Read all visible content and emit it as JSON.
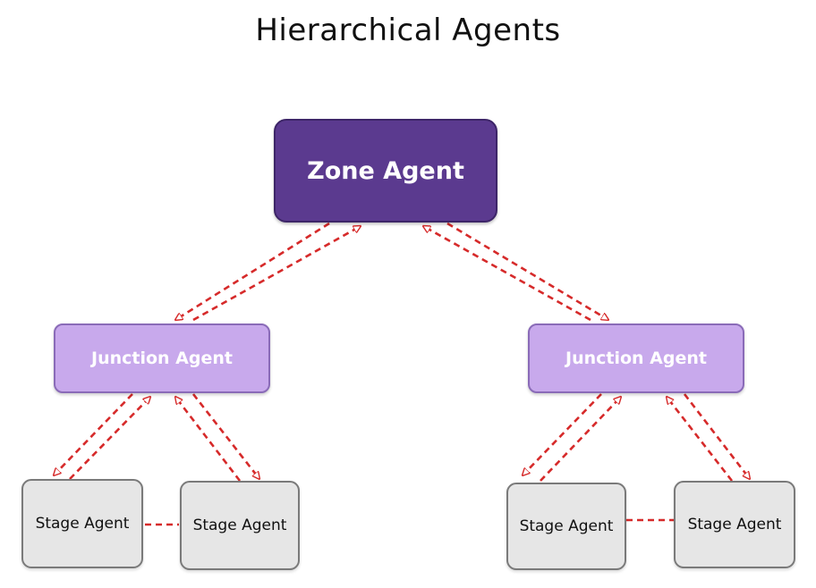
{
  "title": "Hierarchical Agents",
  "nodes": {
    "zone": "Zone Agent",
    "junction_left": "Junction Agent",
    "junction_right": "Junction Agent",
    "stage_1": "Stage Agent",
    "stage_2": "Stage Agent",
    "stage_3": "Stage Agent",
    "stage_4": "Stage Agent"
  },
  "colors": {
    "zone_fill": "#5b3a8f",
    "junction_fill": "#c8a9ec",
    "stage_fill": "#e6e6e6",
    "connector": "#d62a2a"
  }
}
